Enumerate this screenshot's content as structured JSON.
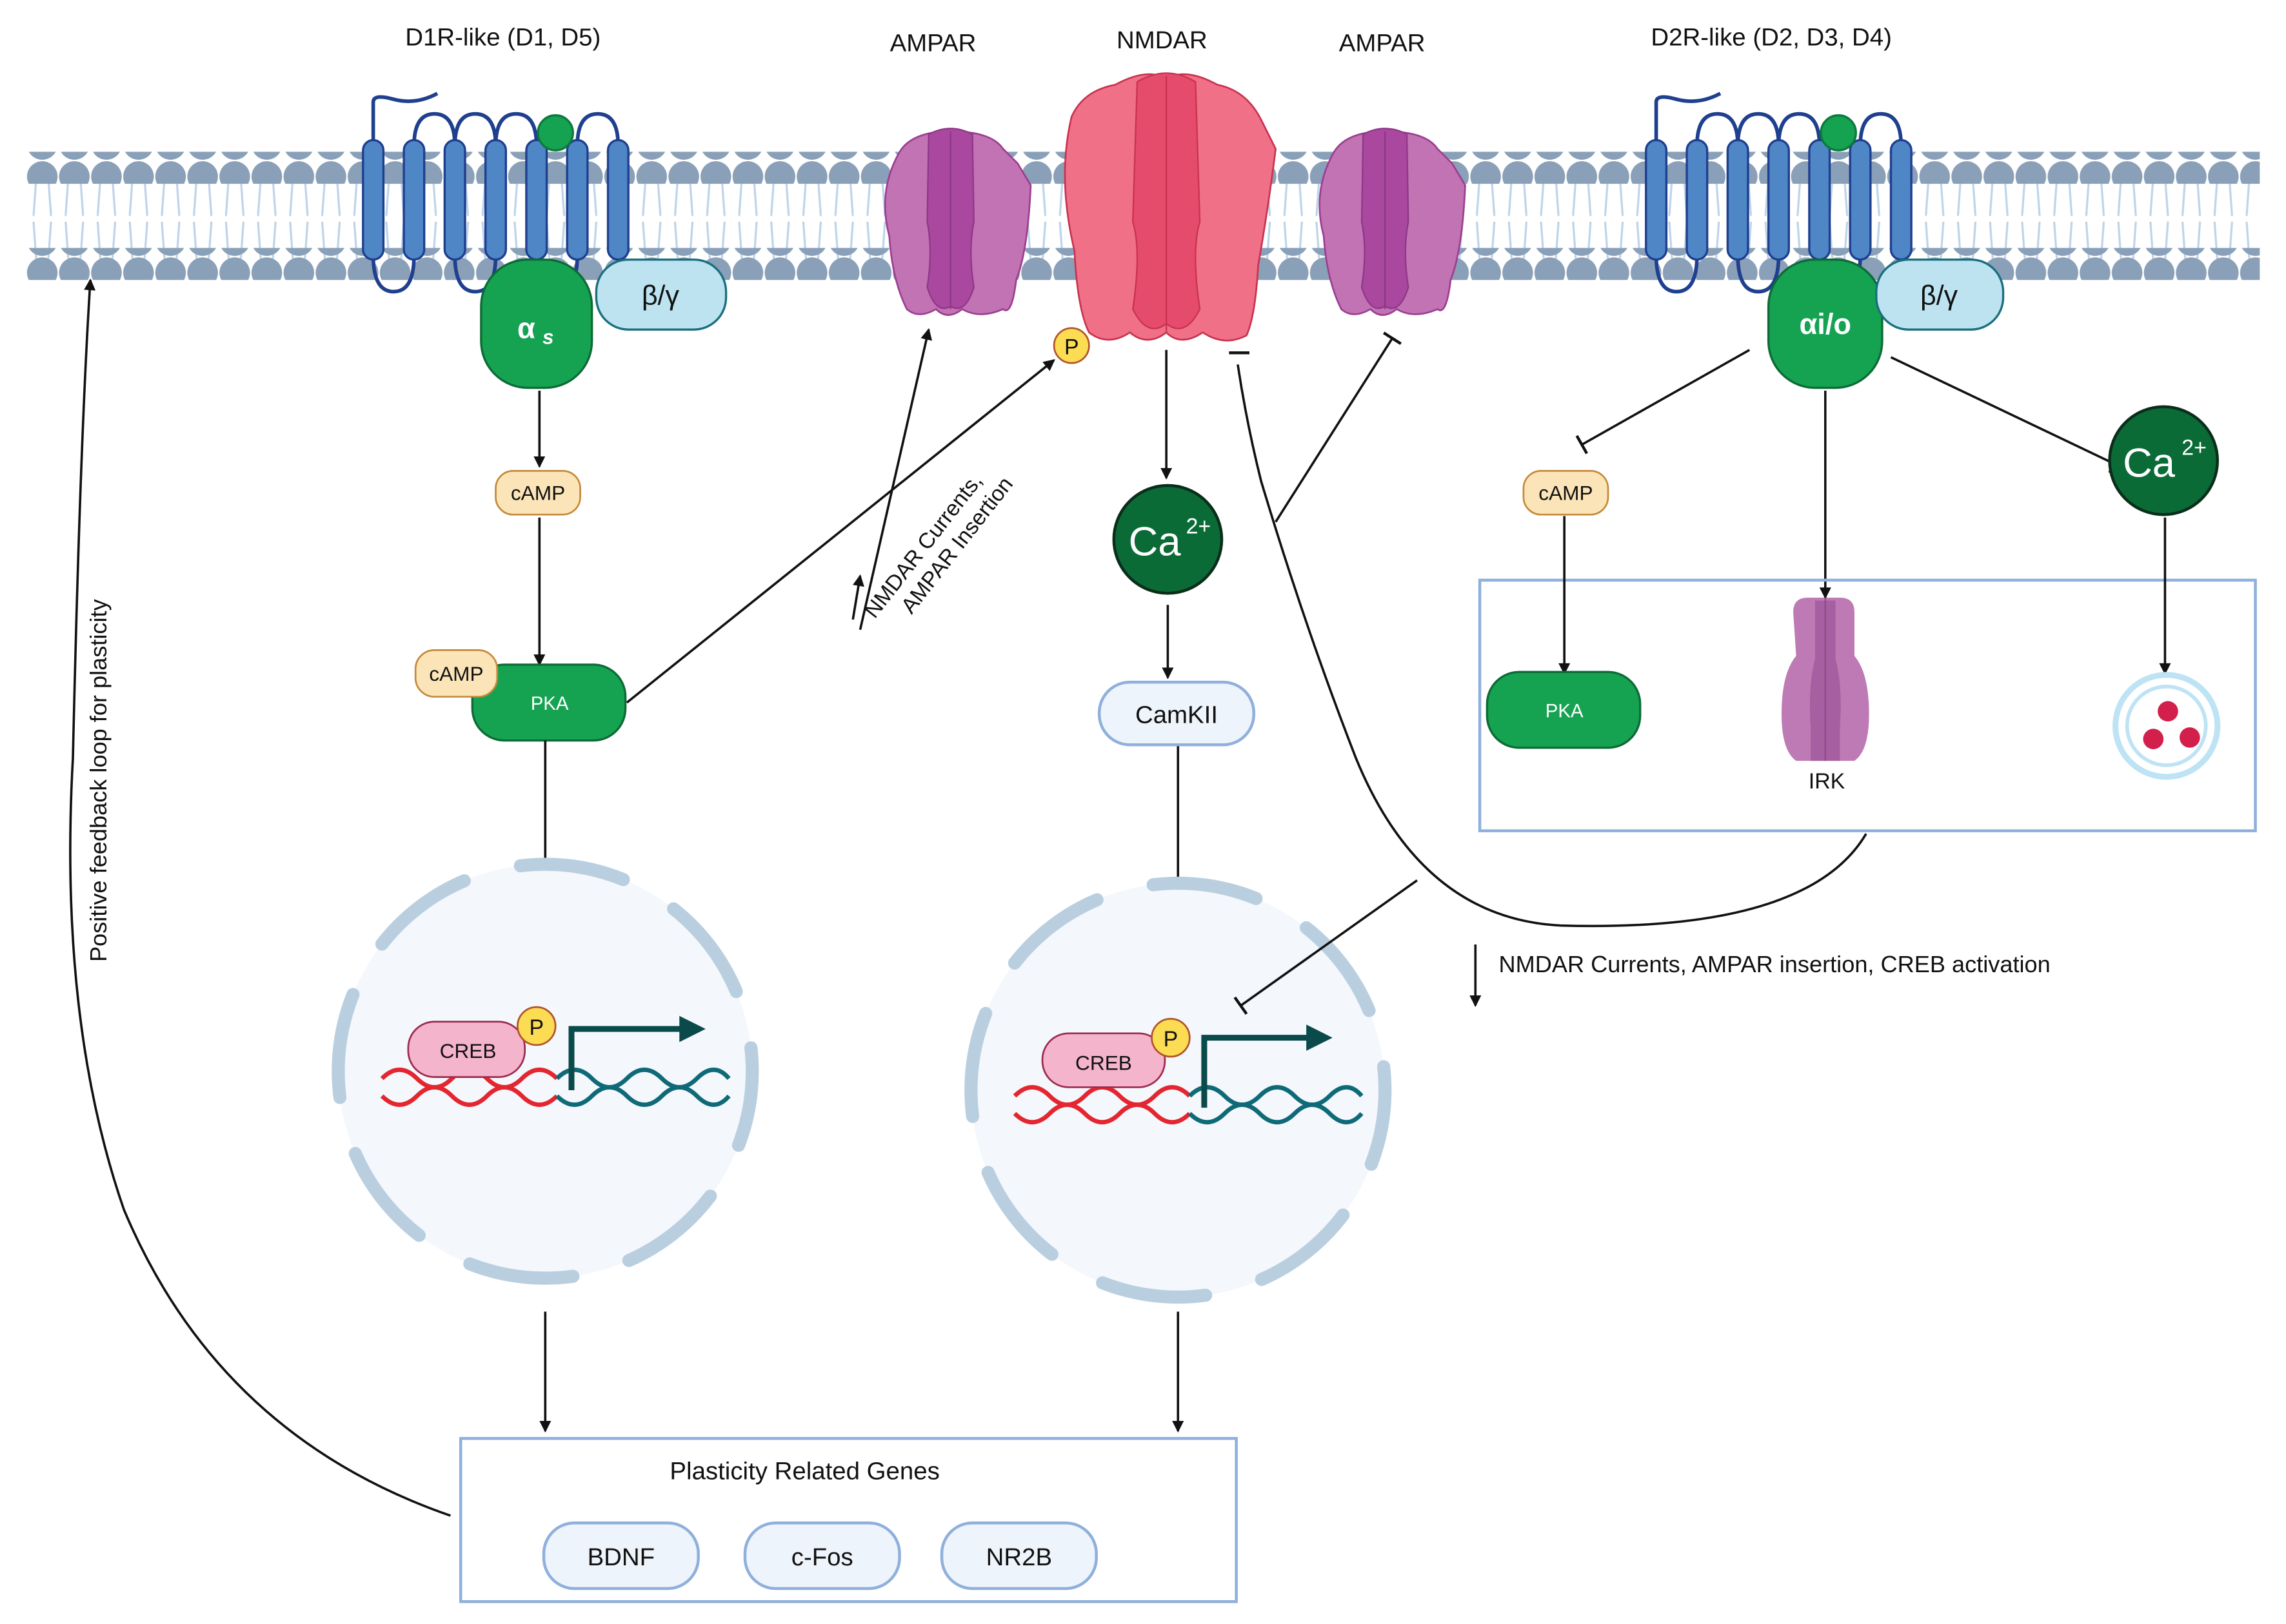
{
  "receptors": {
    "d1": {
      "label": "D1R-like (D1, D5)",
      "g_alpha": "α",
      "g_alpha_sub": "s",
      "g_betagamma": "β/γ"
    },
    "d2": {
      "label": "D2R-like (D2, D3, D4)",
      "g_alpha": "αi/o",
      "g_betagamma": "β/γ"
    },
    "ampar_left": {
      "label": "AMPAR"
    },
    "nmdar": {
      "label": "NMDAR"
    },
    "ampar_right": {
      "label": "AMPAR"
    }
  },
  "d1_pathway": {
    "camp": "cAMP",
    "pka_camp": "cAMP",
    "pka": "PKA",
    "phospho": "P",
    "annotation_line1": "NMDAR Currents,",
    "annotation_line2": "AMPAR Insertion",
    "creb": "CREB",
    "creb_phospho": "P"
  },
  "nmdar_pathway": {
    "ca": "Ca",
    "ca_charge": "2+",
    "camkii": "CamKII",
    "creb": "CREB",
    "creb_phospho": "P"
  },
  "d2_pathway": {
    "camp": "cAMP",
    "ca": "Ca",
    "ca_charge": "2+",
    "pka": "PKA",
    "irk": "IRK",
    "annotation": "NMDAR Currents, AMPAR insertion, CREB activation"
  },
  "feedback": {
    "label": "Positive feedback loop for plasticity"
  },
  "genes": {
    "title": "Plasticity Related Genes",
    "items": [
      "BDNF",
      "c-Fos",
      "NR2B"
    ]
  },
  "colors": {
    "membrane_head": "#8aa0b8",
    "membrane_tail": "#bcd4ea",
    "gpcr": "#4f86c6",
    "gpcr_outline": "#1f3f8f",
    "g_protein": "#15a352",
    "ca": "#0b6b37",
    "betagamma": "#bde3f0",
    "ampar": "#c273b3",
    "ampar_dark": "#a9489e",
    "nmdar": "#f07088",
    "nmdar_dark": "#e54b6c",
    "camp": "#fbe5b8",
    "phospho": "#fbdc52",
    "creb": "#f4b4cb",
    "box_border": "#8fb0dc",
    "nucleus_fill": "#f4f7fb",
    "dna_red": "#e32630",
    "dna_teal": "#0f6a78"
  }
}
